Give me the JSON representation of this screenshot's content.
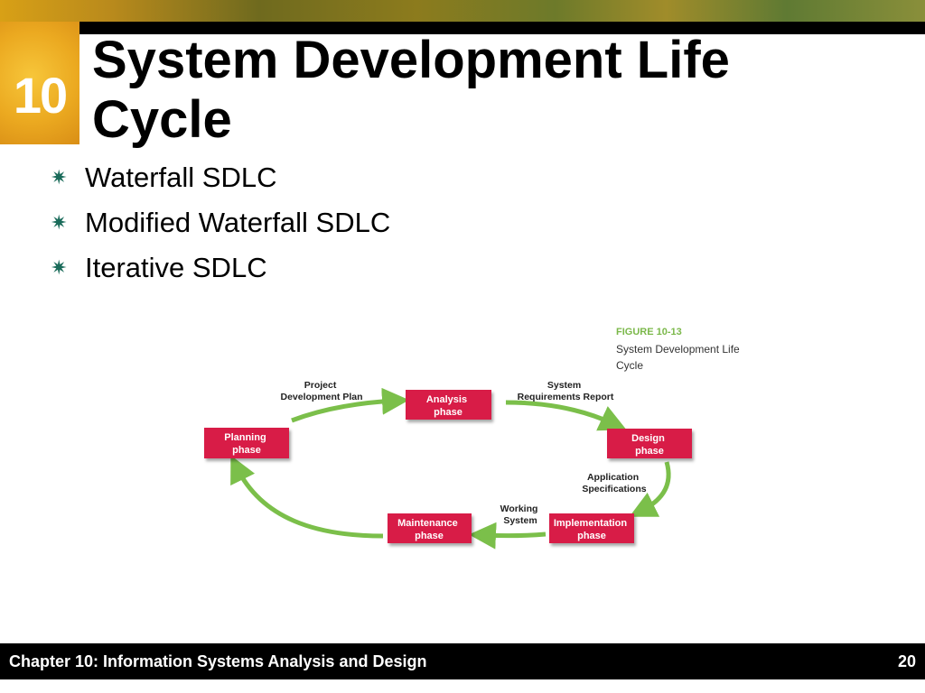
{
  "slide": {
    "chapter_number": "10",
    "title_line1": "System Development Life",
    "title_line2": "Cycle",
    "bullets": [
      "Waterfall SDLC",
      "Modified Waterfall SDLC",
      "Iterative SDLC"
    ]
  },
  "figure": {
    "number": "FIGURE 10-13",
    "caption_line1": "System Development Life",
    "caption_line2": "Cycle",
    "phases": {
      "planning": [
        "Planning",
        "phase"
      ],
      "analysis": [
        "Analysis",
        "phase"
      ],
      "design": [
        "Design",
        "phase"
      ],
      "implementation": [
        "Implementation",
        "phase"
      ],
      "maintenance": [
        "Maintenance",
        "phase"
      ]
    },
    "arrows": {
      "planning_to_analysis": [
        "Project",
        "Development Plan"
      ],
      "analysis_to_design": [
        "System",
        "Requirements Report"
      ],
      "design_to_implementation": [
        "Application",
        "Specifications"
      ],
      "implementation_to_maintenance": [
        "Working",
        "System"
      ]
    },
    "colors": {
      "phase_box": "#d81f46",
      "arrow": "#7bbf4a",
      "figure_number": "#7bb84a"
    }
  },
  "footer": {
    "text": "Chapter 10: Information Systems Analysis and Design",
    "page": "20"
  }
}
